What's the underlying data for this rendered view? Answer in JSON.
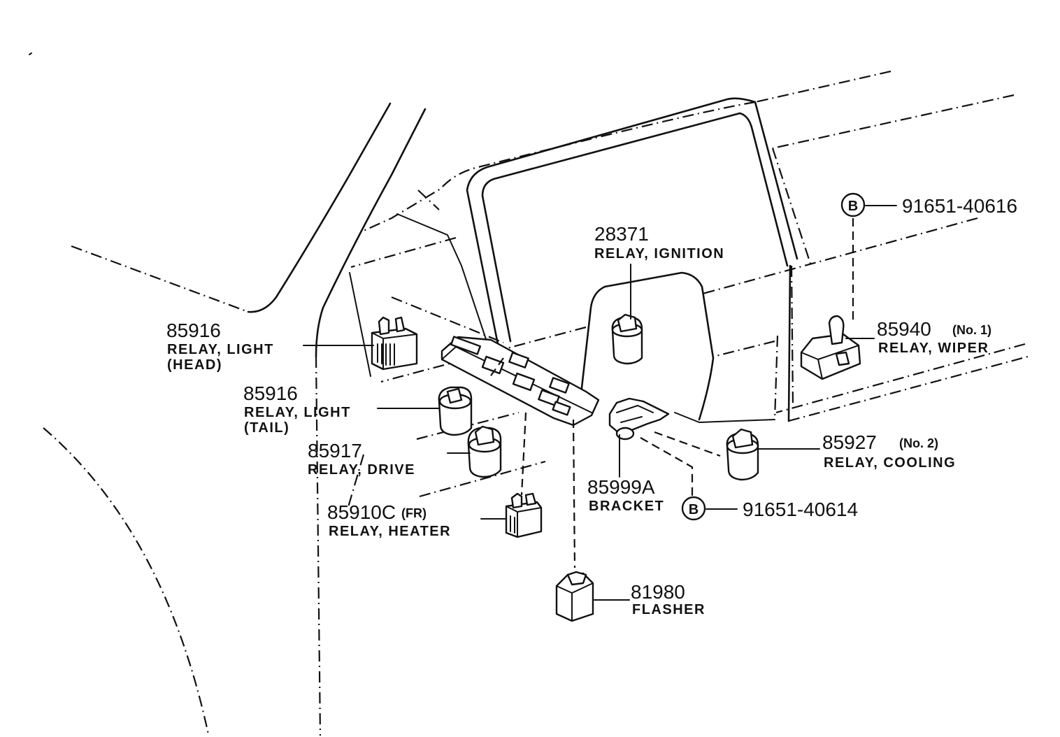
{
  "callouts": [
    {
      "id": "light-head",
      "part_number": "85916",
      "name": "RELAY, LIGHT",
      "qualifier": "(HEAD)"
    },
    {
      "id": "light-tail",
      "part_number": "85916",
      "name": "RELAY, LIGHT",
      "qualifier": "(TAIL)"
    },
    {
      "id": "drive",
      "part_number": "85917",
      "name": "RELAY, DRIVE"
    },
    {
      "id": "heater",
      "part_number": "85910C",
      "variant": "(FR)",
      "name": "RELAY, HEATER"
    },
    {
      "id": "ignition",
      "part_number": "28371",
      "name": "RELAY, IGNITION"
    },
    {
      "id": "bracket",
      "part_number": "85999A",
      "name": "BRACKET"
    },
    {
      "id": "flasher",
      "part_number": "81980",
      "name": "FLASHER"
    },
    {
      "id": "wiper",
      "part_number": "85940",
      "variant": "(No. 1)",
      "name": "RELAY, WIPER"
    },
    {
      "id": "cooling",
      "part_number": "85927",
      "variant": "(No. 2)",
      "name": "RELAY, COOLING"
    }
  ],
  "bolts": [
    {
      "marker": "B",
      "part_number": "91651-40616"
    },
    {
      "marker": "B",
      "part_number": "91651-40614"
    }
  ]
}
